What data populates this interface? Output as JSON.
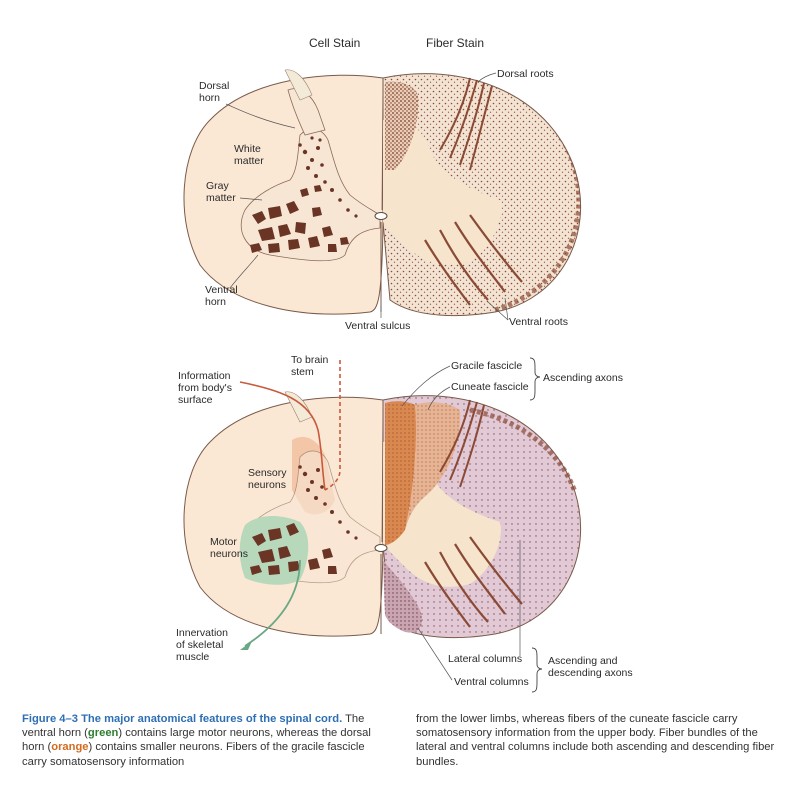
{
  "top": {
    "left_header": "Cell Stain",
    "right_header": "Fiber Stain",
    "labels": {
      "dorsal_horn": [
        "Dorsal",
        "horn"
      ],
      "white_matter": [
        "White",
        "matter"
      ],
      "gray_matter": [
        "Gray",
        "matter"
      ],
      "ventral_horn": [
        "Ventral",
        "horn"
      ],
      "ventral_sulcus": "Ventral sulcus",
      "dorsal_roots": "Dorsal roots",
      "ventral_roots": "Ventral roots"
    }
  },
  "bottom": {
    "labels": {
      "information": [
        "Information",
        "from body's",
        "surface"
      ],
      "to_brain_stem": [
        "To brain",
        "stem"
      ],
      "sensory_neurons": [
        "Sensory",
        "neurons"
      ],
      "motor_neurons": [
        "Motor",
        "neurons"
      ],
      "innervation": [
        "Innervation",
        "of skeletal",
        "muscle"
      ],
      "gracile_fascicle": "Gracile fascicle",
      "cuneate_fascicle": "Cuneate fascicle",
      "ascending_axons": "Ascending axons",
      "lateral_columns": "Lateral columns",
      "ventral_columns": "Ventral columns",
      "ascending_descending": [
        "Ascending and",
        "descending axons"
      ]
    }
  },
  "caption": {
    "figure_number": "Figure 4–3",
    "title": "The major anatomical features of the spinal cord.",
    "part1": "The ventral horn (",
    "green_word": "green",
    "part2": ") contains large motor neurons, whereas the dorsal horn (",
    "orange_word": "orange",
    "part3": ") contains smaller neurons. Fibers of the gracile fascicle carry somatosensory information",
    "right_column": "from the lower limbs, whereas fibers of the cuneate fascicle carry somatosensory information from the upper body. Fiber bundles of the lateral and ventral columns include both ascending and descending fiber bundles."
  },
  "colors": {
    "white_matter_fill": "#fbe8d4",
    "fiber_fill": "#f3e3d3",
    "fiber_stipple": "#8a4a35",
    "neuron": "#6b3526",
    "dorsal_orange": "#f2bfa0",
    "ventral_green": "#b8d8bc",
    "gracile": "#d9884f",
    "cuneate": "#e6b494",
    "lateral_lilac": "#e2c9d6",
    "arrow_red": "#c85a3c",
    "arrow_green": "#6aa885",
    "caption_blue": "#2e6fb3"
  }
}
